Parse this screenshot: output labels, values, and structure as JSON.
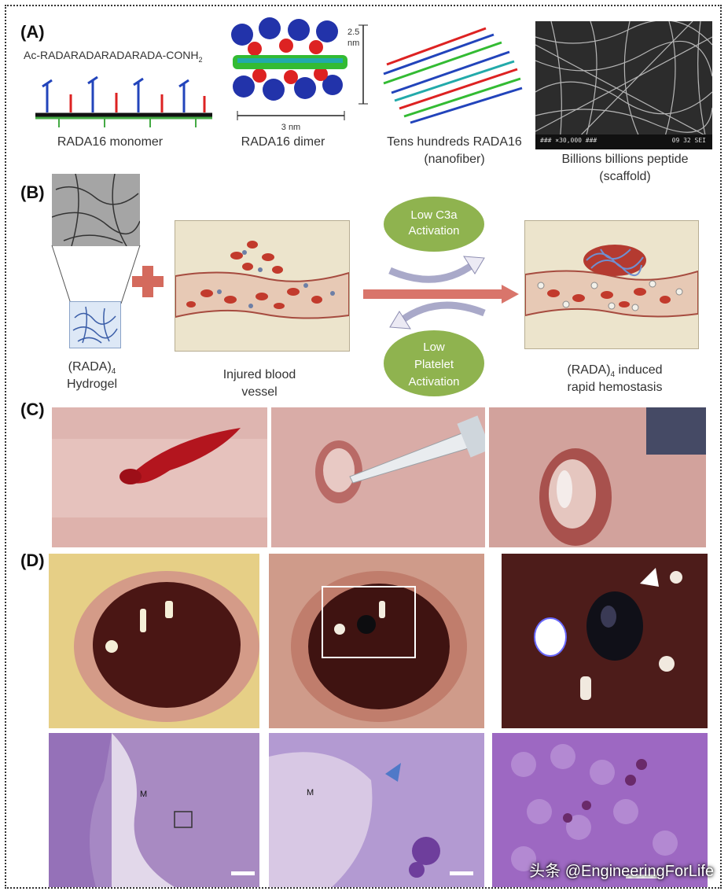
{
  "panels": {
    "a": {
      "label": "(A)",
      "sequence": "Ac-RADARADARADARADA-CONH",
      "sequence_sub": "2",
      "monomer": "RADA16 monomer",
      "dimer": "RADA16 dimer",
      "dim_height": "2.5",
      "dim_height_unit": "nm",
      "dim_width": "3 nm",
      "nanofiber_1": "Tens hundreds RADA16",
      "nanofiber_2": "(nanofiber)",
      "scaffold_1": "Billions billions peptide",
      "scaffold_2": "(scaffold)",
      "sem_text_left": "### ×30,000 ###",
      "sem_text_right": "09 32 SEI"
    },
    "b": {
      "label": "(B)",
      "hydrogel_1": "(RADA)",
      "hydrogel_sub": "4",
      "hydrogel_2": "Hydrogel",
      "injured_1": "Injured blood",
      "injured_2": "vessel",
      "c3a_1": "Low C3a",
      "c3a_2": "Activation",
      "platelet_1": "Low",
      "platelet_2": "Platelet",
      "platelet_3": "Activation",
      "result_1": "(RADA)",
      "result_sub": "4",
      "result_1b": " induced",
      "result_2": "rapid hemostasis"
    },
    "c": {
      "label": "(C)"
    },
    "d": {
      "label": "(D)",
      "m1": "M",
      "m2": "M"
    }
  },
  "watermark": "头条 @EngineeringForLife",
  "colors": {
    "ellipse": "#8fb34f",
    "arrow": "#d9756b",
    "plus": "#d46a5d",
    "vessel": "#e7c9b5"
  }
}
